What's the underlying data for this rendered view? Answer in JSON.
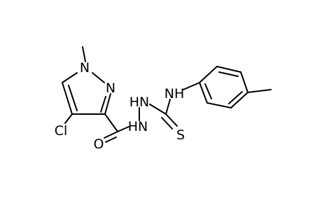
{
  "diagram": {
    "atoms": {
      "n1": "N",
      "n2": "N",
      "cl": "Cl",
      "o": "O",
      "hn1": "HN",
      "hn2": "HN",
      "nh": "NH",
      "s": "S"
    },
    "colors": {
      "bond": "#000000",
      "label": "#000000",
      "background": "#ffffff"
    }
  }
}
